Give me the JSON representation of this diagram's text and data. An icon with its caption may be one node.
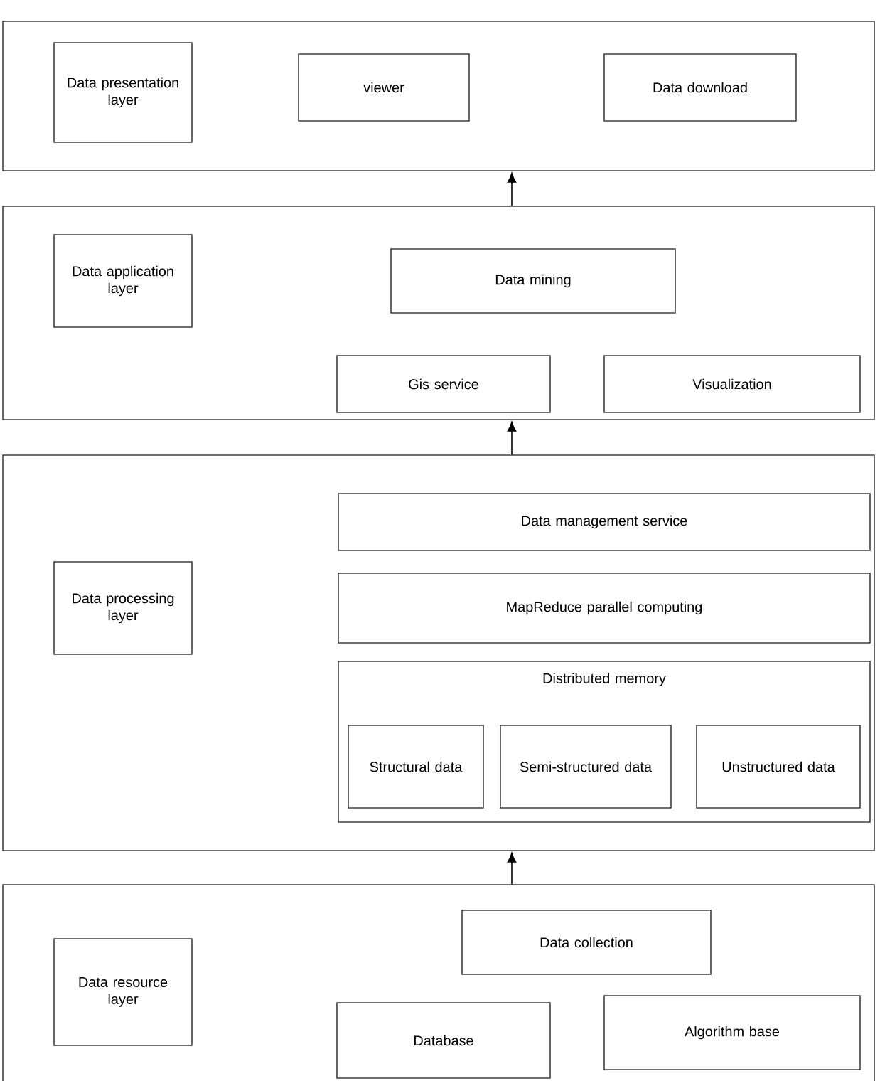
{
  "diagram": {
    "nodes": [
      {
        "text": [],
        "shape": "box"
      },
      {
        "text": [
          "Data presentation layer"
        ],
        "in": 0
      },
      {
        "text": [
          "viewer"
        ],
        "in": 0
      },
      {
        "text": [
          "Data download"
        ],
        "in": 0
      },
      {
        "text": [],
        "shape": "box"
      },
      {
        "text": [
          "Data application layer"
        ],
        "in": 4
      },
      {
        "text": [
          "Data mining"
        ],
        "in": 4
      },
      {
        "text": [
          "Gis service"
        ],
        "in": 4
      },
      {
        "text": [
          "Visualization"
        ],
        "in": 4
      },
      {
        "text": [],
        "shape": "box"
      },
      {
        "text": [
          "Data processing layer"
        ],
        "in": 9
      },
      {
        "text": [
          "Data management service"
        ],
        "in": 9
      },
      {
        "text": [
          "MapReduce parallel computing"
        ],
        "in": 9
      },
      {
        "text": [
          "Distributed memory"
        ],
        "in": 9
      },
      {
        "text": [
          "Structural data"
        ],
        "in": 13
      },
      {
        "text": [
          "Semi-structured data"
        ],
        "in": 13
      },
      {
        "text": [
          "Unstructured data"
        ],
        "in": 13
      },
      {
        "text": [],
        "shape": "box"
      },
      {
        "text": [
          "Data resource layer"
        ],
        "in": 17
      },
      {
        "text": [
          "Data collection"
        ],
        "in": 17
      },
      {
        "text": [
          "Database"
        ],
        "in": 17
      },
      {
        "text": [
          "Algorithm base"
        ],
        "in": 17
      }
    ],
    "edges": [
      {
        "from": 4,
        "to": 0,
        "arrow": "to"
      },
      {
        "from": 9,
        "to": 4,
        "arrow": "to"
      },
      {
        "from": 17,
        "to": 9,
        "arrow": "to"
      }
    ]
  }
}
